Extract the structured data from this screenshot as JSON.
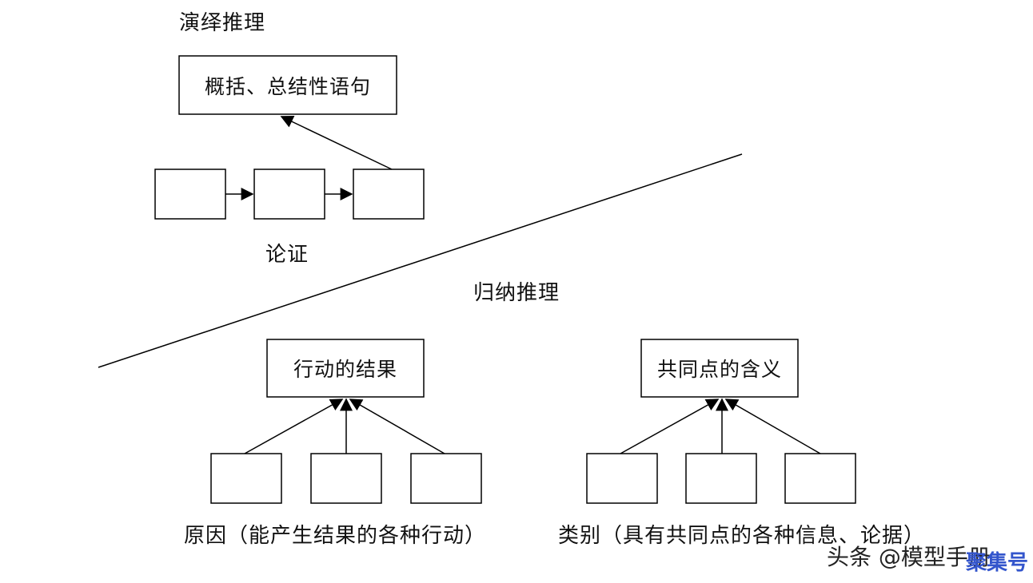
{
  "deduction": {
    "title": "演绎推理",
    "summary_box": "概括、总结性语句",
    "argument_label": "论证"
  },
  "induction": {
    "title": "归纳推理",
    "left_group": {
      "box": "行动的结果",
      "caption": "原因（能产生结果的各种行动）"
    },
    "right_group": {
      "box": "共同点的含义",
      "caption": "类别（具有共同点的各种信息、论据）"
    }
  },
  "watermark": {
    "text": "头条 @模型手册",
    "brand": "聚集号"
  }
}
